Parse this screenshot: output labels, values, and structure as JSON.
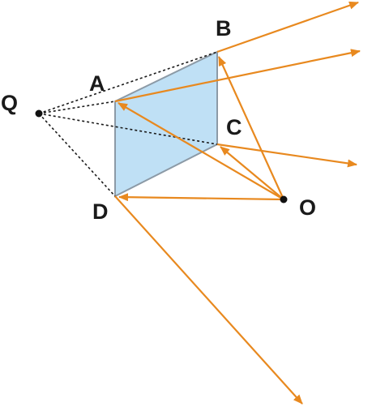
{
  "labels": {
    "Q": "Q",
    "A": "A",
    "B": "B",
    "C": "C",
    "D": "D",
    "O": "O"
  },
  "colors": {
    "ray": "#e8891f",
    "fill": "#bfe0f5",
    "edge": "#8c9aa6",
    "dotted": "#1a1a1a",
    "text": "#1a1a1a",
    "point": "#111111"
  }
}
